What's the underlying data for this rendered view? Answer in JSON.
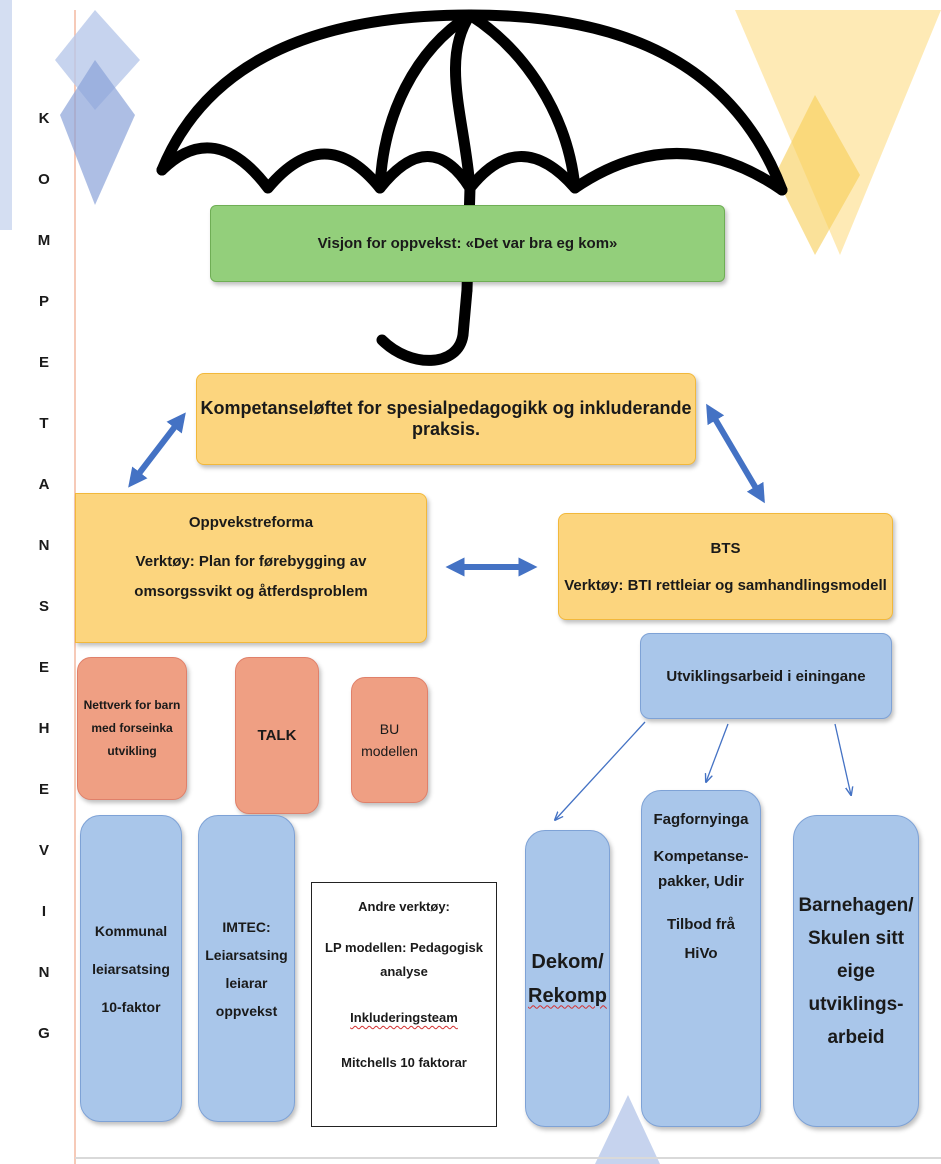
{
  "side_title": [
    "K",
    "O",
    "M",
    "P",
    "E",
    "T",
    "A",
    "N",
    "S",
    "E",
    "H",
    "E",
    "V",
    "I",
    "N",
    "G"
  ],
  "vision": "Visjon for oppvekst: «Det var bra eg kom»",
  "kompetanse": "Kompetanseløftet for spesialpedagogikk og inkluderande praksis.",
  "oppvekstreforma": {
    "title": "Oppvekstreforma",
    "tool": "Verktøy: Plan for førebygging av omsorgssvikt og åtferdsproblem"
  },
  "bts": {
    "title": "BTS",
    "tool": "Verktøy: BTI rettleiar og samhandlingsmodell"
  },
  "utviklingsarbeid": "Utviklingsarbeid i einingane",
  "nettverk": [
    "Nettverk for barn",
    "med forseinka",
    "utvikling"
  ],
  "talk": "TALK",
  "bu": [
    "BU",
    "modellen"
  ],
  "kommunal": [
    "Kommunal",
    "leiarsatsing",
    "10-faktor"
  ],
  "imtec": [
    "IMTEC:",
    "Leiarsatsing",
    "leiarar",
    "oppvekst"
  ],
  "andre": {
    "title": "Andre verktøy:",
    "lp": "LP modellen: Pedagogisk analyse",
    "inkl": "Inkluderingsteam",
    "mitchell": "Mitchells 10 faktorar"
  },
  "dekom": [
    "Dekom/",
    "Rekomp"
  ],
  "fagfornyinga": {
    "title": "Fagfornyinga",
    "line1": "Kompetanse-",
    "line2": "pakker, Udir",
    "line3": "Tilbod frå",
    "line4": "HiVo"
  },
  "barnehagen": [
    "Barnehagen/",
    "Skulen sitt",
    "eige",
    "utviklings-",
    "arbeid"
  ],
  "colors": {
    "yellow": "#fcd57e",
    "green": "#93cf7b",
    "salmon": "#ef9f83",
    "blue": "#a9c6ea",
    "arrow": "#4472c4"
  }
}
